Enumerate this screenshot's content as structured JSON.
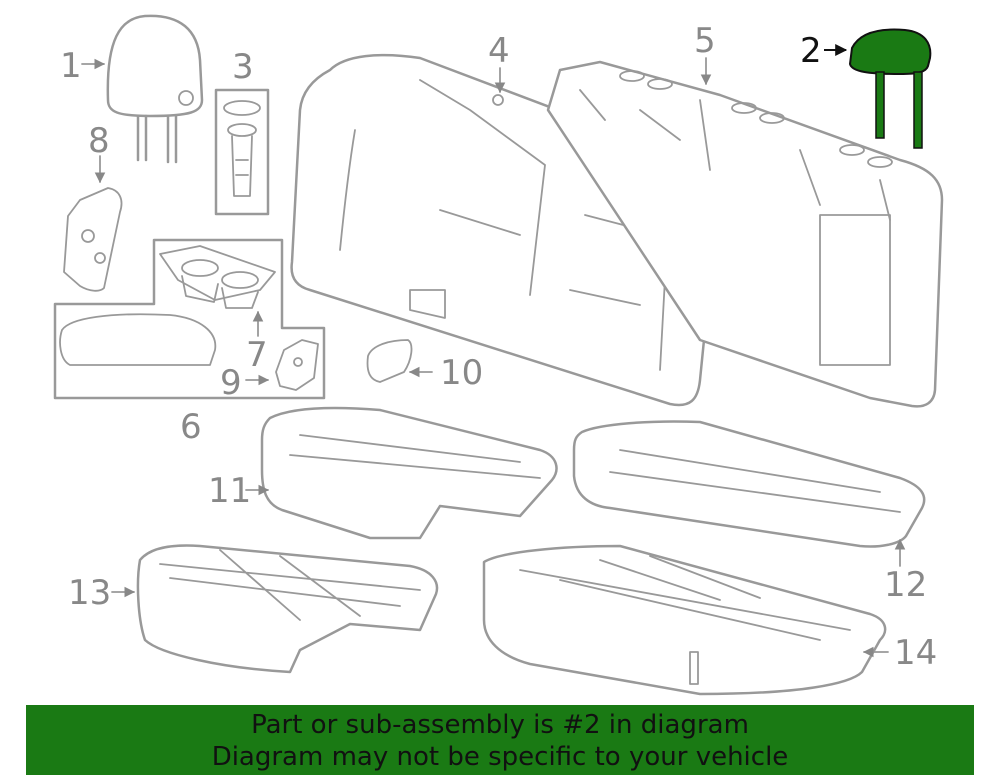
{
  "diagram": {
    "callouts": [
      "1",
      "2",
      "3",
      "4",
      "5",
      "6",
      "7",
      "8",
      "9",
      "10",
      "11",
      "12",
      "13",
      "14"
    ],
    "highlighted_part": "2",
    "highlight_color": "#1a7a14"
  },
  "banner": {
    "line1": "Part or sub-assembly is #2 in diagram",
    "line2": "Diagram may not be specific to your vehicle",
    "background": "#1a7a14"
  }
}
